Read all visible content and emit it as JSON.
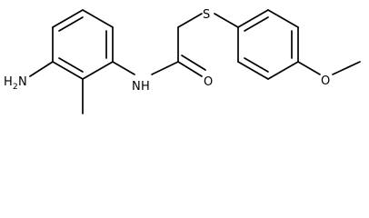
{
  "labels": {
    "nh2_n": "H",
    "nh2_n2": "N",
    "nh2_sub": "2",
    "amide_n": "N",
    "amide_h": "H",
    "carbonyl_o": "O",
    "thioether_s": "S",
    "ether_o": "O"
  }
}
